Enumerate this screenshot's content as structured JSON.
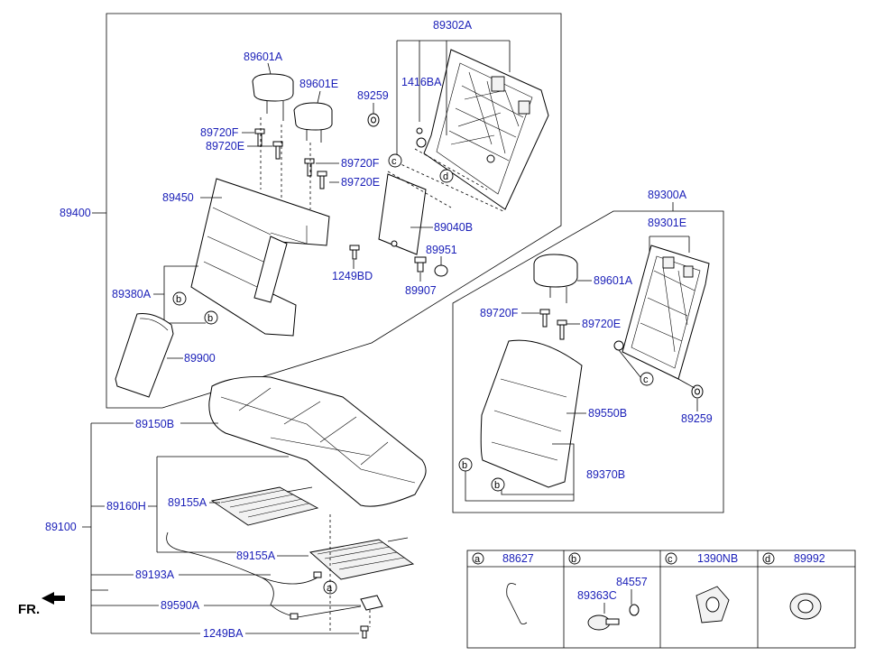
{
  "labels": {
    "p89302A": "89302A",
    "p89601A_top": "89601A",
    "p89601E": "89601E",
    "p89259_top": "89259",
    "p1416BA": "1416BA",
    "p89720F_l": "89720F",
    "p89720E_l": "89720E",
    "p89720F_r": "89720F",
    "p89720E_r": "89720E",
    "p89450": "89450",
    "p89400": "89400",
    "p89040B": "89040B",
    "p89951": "89951",
    "p1249BD": "1249BD",
    "p89907": "89907",
    "p89380A": "89380A",
    "p89900": "89900",
    "p89300A": "89300A",
    "p89301E": "89301E",
    "p89601A_r": "89601A",
    "p89720F_rr": "89720F",
    "p89720E_rr": "89720E",
    "p89550B": "89550B",
    "p89259_r": "89259",
    "p89370B": "89370B",
    "p89150B": "89150B",
    "p89160H": "89160H",
    "p89155A_1": "89155A",
    "p89155A_2": "89155A",
    "p89100": "89100",
    "p89193A": "89193A",
    "p89590A": "89590A",
    "p1249BA": "1249BA",
    "fr": "FR."
  },
  "callouts": {
    "a": "a",
    "b": "b",
    "c": "c",
    "d": "d"
  },
  "legend": [
    {
      "key": "a",
      "part": "88627"
    },
    {
      "key": "b",
      "part": "",
      "sub": [
        "84557",
        "89363C"
      ]
    },
    {
      "key": "c",
      "part": "1390NB"
    },
    {
      "key": "d",
      "part": "89992"
    }
  ]
}
